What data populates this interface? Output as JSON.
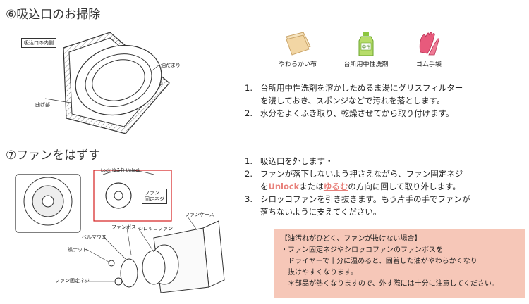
{
  "section6": {
    "title": "⑥吸込口のお掃除",
    "diagram": {
      "box_label": "吸込口の内側",
      "label_oil": "油だまり",
      "label_bend": "曲げ部"
    },
    "tools": [
      {
        "icon": "cloth-icon",
        "label": "やわらかい布"
      },
      {
        "icon": "detergent-bottle-icon",
        "label": "台所用中性洗剤",
        "bottle_text": "中性"
      },
      {
        "icon": "rubber-glove-icon",
        "label": "ゴム手袋"
      }
    ],
    "steps": [
      {
        "num": "1.",
        "lines": [
          "台所用中性洗剤を溶かしたぬるま湯にグリスフィルター",
          "を浸しておき、スポンジなどで汚れを落とします。"
        ]
      },
      {
        "num": "2.",
        "lines": [
          "水分をよくふき取り、乾燥させてから取り付けます。"
        ]
      }
    ]
  },
  "section7": {
    "title": "⑦ファンをはずす",
    "diagram": {
      "dial_text": "Lock ゆるむ Unlock",
      "inset_label_1": "ファン",
      "inset_label_2": "固定ネジ",
      "label_sirocco": "シロッコファン",
      "label_fanboss": "ファンボス",
      "label_bellmouth": "ベルマウス",
      "label_nut": "蝶ナット",
      "label_fanscrew": "ファン固定ネジ",
      "label_fancase": "ファンケース"
    },
    "steps": {
      "s1_num": "1.",
      "s1": "吸込口を外します・",
      "s2_num": "2.",
      "s2_line1": "ファンが落下しないよう押さえながら、ファン固定ネジ",
      "s2_pre": "を",
      "s2_unlock": "Unlock",
      "s2_mid": "または",
      "s2_loosen": "ゆるむ",
      "s2_post": "の方向に回して取り外します。",
      "s3_num": "3.",
      "s3_line1": "シロッコファンを引き抜きます。もう片手の手でファンが",
      "s3_line2": "落ちないように支えてください。"
    },
    "note": {
      "title": "【油汚れがひどく、ファンが抜けない場合】",
      "lines": [
        "・ファン固定ネジやシロッコファンのファンボスを",
        "　ドライヤーで十分に温めると、固着した油がやわらかくなり",
        "　抜けやすくなります。",
        "　＊部品が熱くなりますので、外す際には十分に注意してください。"
      ]
    }
  },
  "colors": {
    "accent_pink": "#e8807a",
    "note_bg": "#f6c7b8",
    "inset_border": "#d62020"
  }
}
